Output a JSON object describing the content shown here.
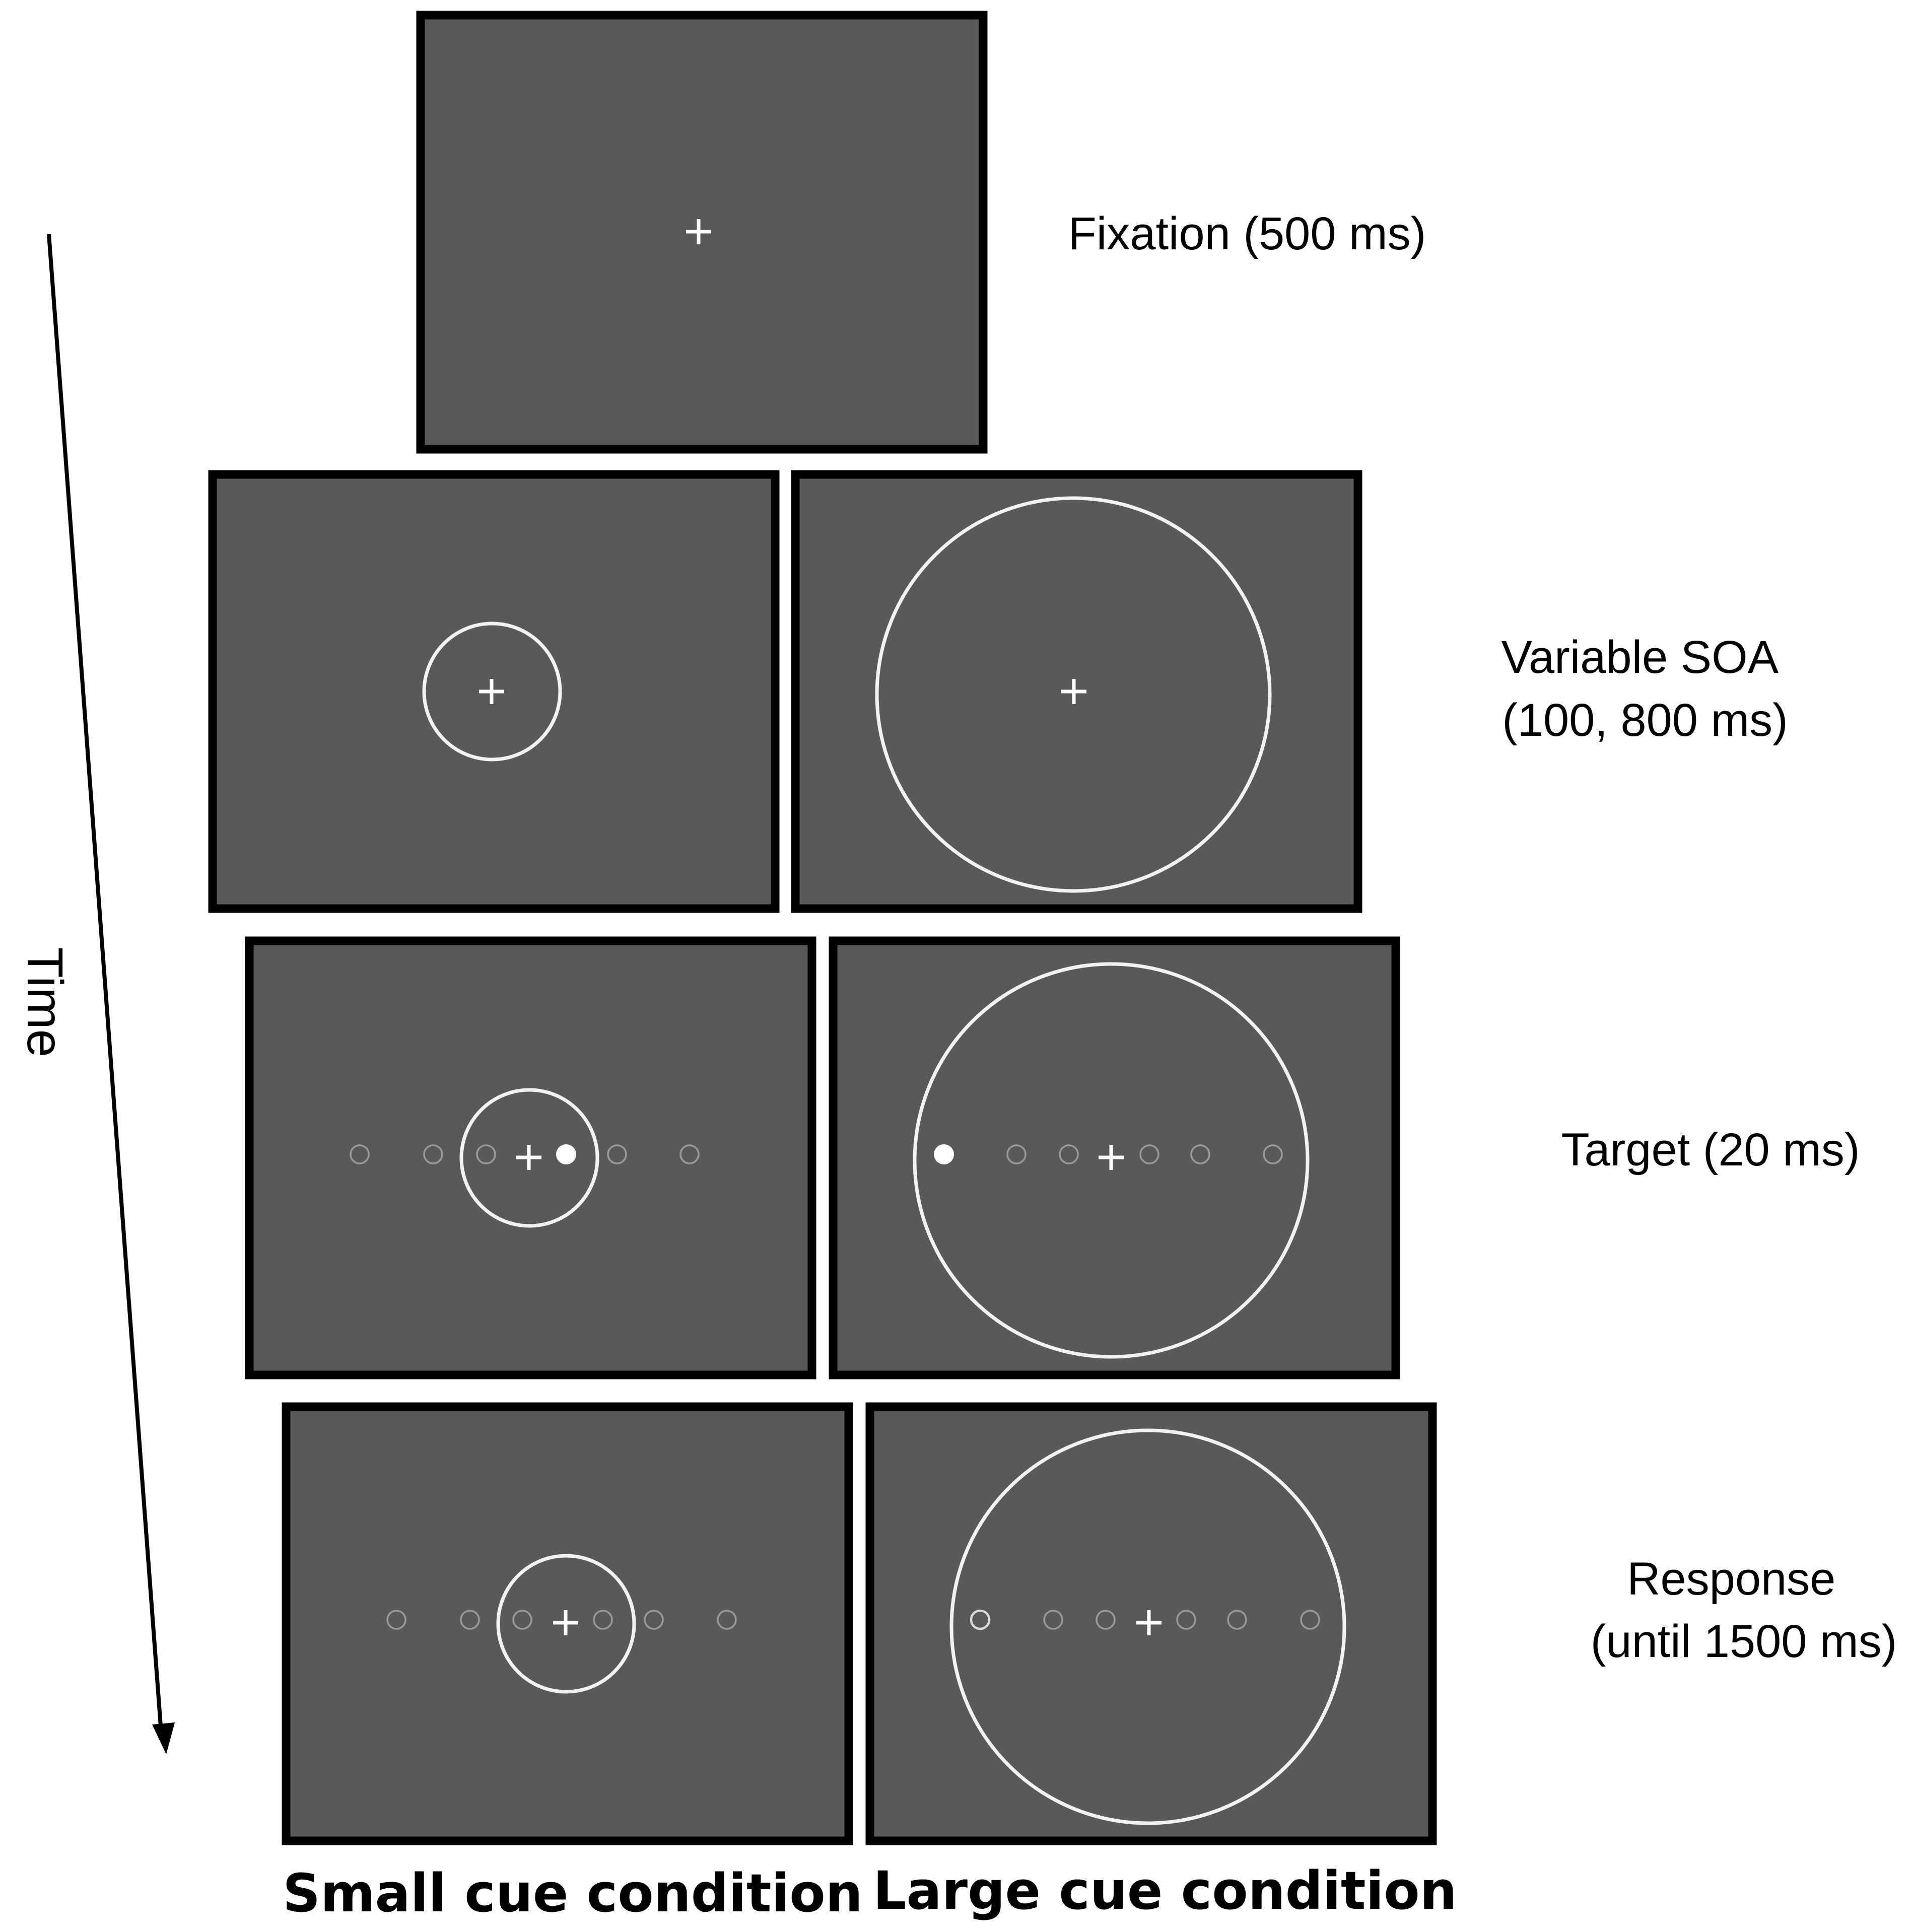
{
  "time_axis": {
    "label": "Time"
  },
  "stages": [
    {
      "id": "fixation",
      "lines": [
        "Fixation (500 ms)"
      ]
    },
    {
      "id": "soa",
      "lines": [
        "Variable SOA",
        "(100, 800 ms)"
      ]
    },
    {
      "id": "target",
      "lines": [
        "Target (20 ms)"
      ]
    },
    {
      "id": "response",
      "lines": [
        "Response",
        "(until 1500 ms)"
      ]
    }
  ],
  "conditions": {
    "small": "Small cue condition",
    "large": "Large cue condition"
  },
  "colors": {
    "screen_background": "#595959",
    "screen_border": "#000000",
    "stimulus": "#ffffff",
    "placeholder": "#9a9a9a",
    "page_background": "#ffffff"
  }
}
